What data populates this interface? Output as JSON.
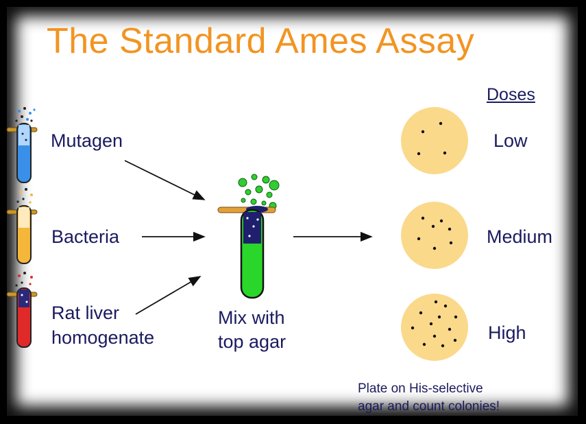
{
  "title": "The Standard Ames Assay",
  "inputs": {
    "mutagen": "Mutagen",
    "bacteria": "Bacteria",
    "liver_line1": "Rat liver",
    "liver_line2": "homogenate"
  },
  "mix": {
    "line1": "Mix with",
    "line2": "top agar"
  },
  "doses": {
    "header": "Doses",
    "low": "Low",
    "medium": "Medium",
    "high": "High"
  },
  "plate_note": {
    "line1": "Plate on His-selective",
    "line2": "agar and count colonies!"
  },
  "colors": {
    "title": "#f29422",
    "text": "#1a1a5e",
    "plate": "#fbd98b",
    "mutagen_tube": "#3a8fe8",
    "bacteria_tube": "#f4b73a",
    "liver_tube": "#e02a2a",
    "mix_tube": "#29d629",
    "bubbles": "#33cc33"
  },
  "icons": [
    "test-tube-icon",
    "bubbles-icon",
    "petri-dish-icon",
    "arrow-icon",
    "colony-dot-icon"
  ]
}
